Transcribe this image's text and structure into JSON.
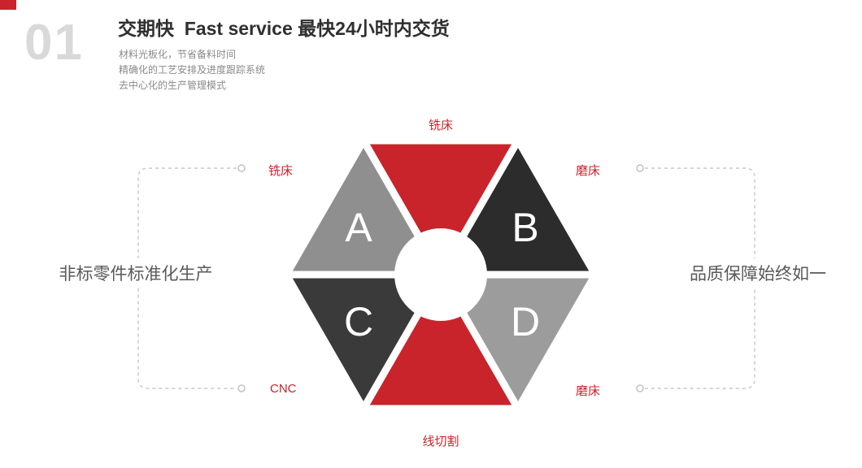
{
  "slide": {
    "number": "01",
    "title": "交期快  Fast service 最快24小时内交货",
    "bullets": [
      "材料光板化，节省备料时间",
      "精确化的工艺安排及进度跟踪系统",
      "去中心化的生产管理模式"
    ]
  },
  "side_texts": {
    "left": "非标零件标准化生产",
    "right": "品质保障始终如一"
  },
  "hexagon": {
    "labels": {
      "top": "铣床",
      "upper_left": "铣床",
      "upper_right": "磨床",
      "lower_left": "CNC",
      "lower_right": "磨床",
      "bottom": "线切割"
    },
    "triangles": [
      {
        "position": "top",
        "letter": "",
        "color": "#c9242b"
      },
      {
        "position": "upper-left",
        "letter": "A",
        "color": "#8f8f8f"
      },
      {
        "position": "upper-right",
        "letter": "B",
        "color": "#2c2c2c"
      },
      {
        "position": "lower-left",
        "letter": "C",
        "color": "#3a3a3a"
      },
      {
        "position": "lower-right",
        "letter": "D",
        "color": "#9c9c9c"
      },
      {
        "position": "bottom",
        "letter": "",
        "color": "#c9242b"
      }
    ]
  },
  "colors": {
    "accent_red": "#c9242b",
    "number_gray": "#d9d9d9",
    "body_gray": "#8a8a8a",
    "side_text_gray": "#595959",
    "dash_gray": "#c9c9c9"
  }
}
